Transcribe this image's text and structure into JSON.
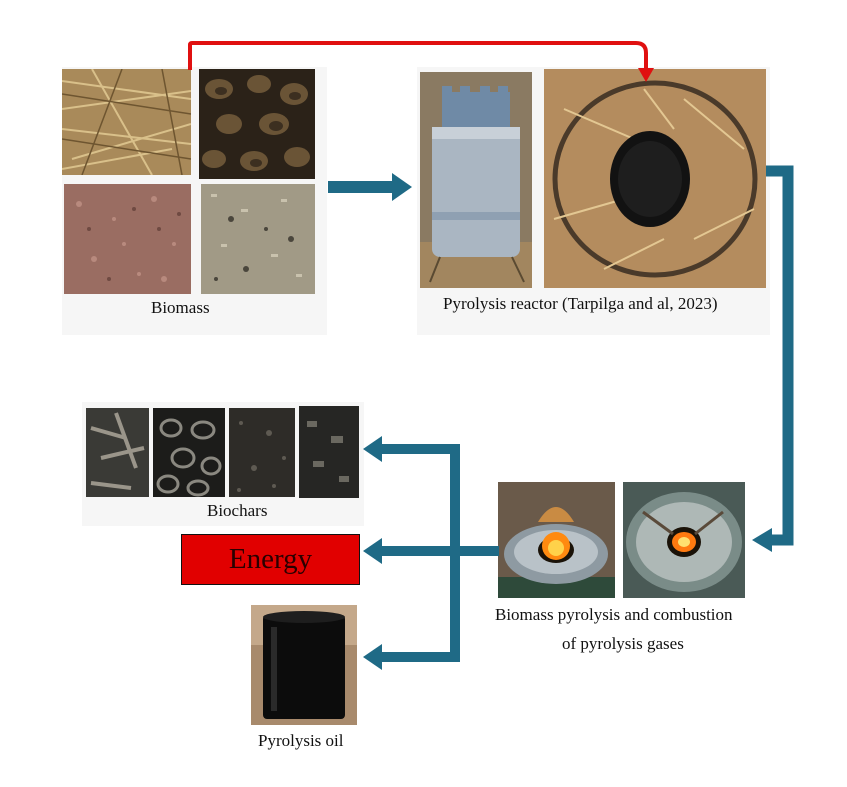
{
  "captions": {
    "biomass": "Biomass",
    "reactor": "Pyrolysis reactor (Tarpilga and al, 2023)",
    "process_line1": "Biomass pyrolysis and combustion",
    "process_line2": "of pyrolysis gases",
    "biochars": "Biochars",
    "energy": "Energy",
    "pyrolysis_oil": "Pyrolysis oil"
  },
  "colors": {
    "flow_arrow": "#1f6a86",
    "feedback_arrow": "#e01010",
    "energy_box": "#e10000"
  },
  "photos": {
    "biomass": [
      "dry-straw-photo",
      "cashew-shells-photo",
      "sawdust-photo",
      "grain-husk-photo"
    ],
    "reactor": [
      "metal-reactor-photo",
      "reactor-loaded-photo"
    ],
    "process": [
      "combustion-stove-photo",
      "flame-chamber-photo"
    ],
    "biochars": [
      "biochar-straw-photo",
      "biochar-shells-photo",
      "biochar-sawdust-photo",
      "biochar-husk-photo"
    ],
    "oil": [
      "pyrolysis-oil-container-photo"
    ]
  }
}
